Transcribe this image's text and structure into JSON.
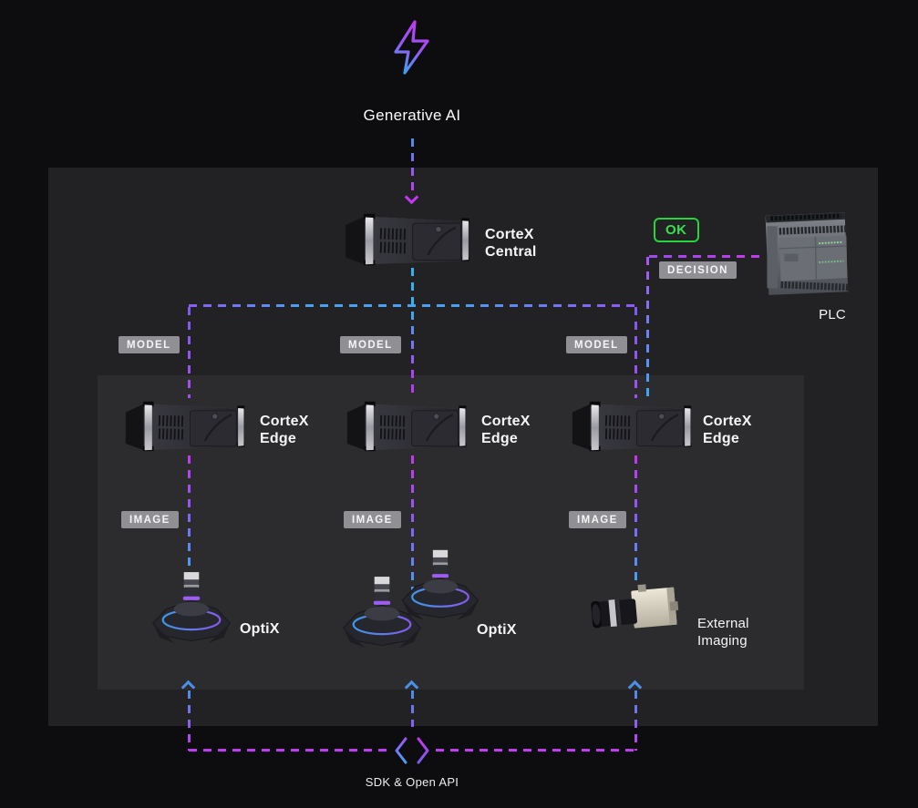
{
  "title": {
    "label": "Generative AI",
    "icon": "lightning-bolt-icon"
  },
  "central": {
    "line1": "CorteX",
    "line2": "Central"
  },
  "edge": {
    "line1": "CorteX",
    "line2": "Edge"
  },
  "badges": {
    "model": "MODEL",
    "image": "IMAGE",
    "decision": "DECISION",
    "ok": "OK"
  },
  "devices": {
    "optix": "OptiX",
    "external": {
      "line1": "External",
      "line2": "Imaging"
    },
    "plc": "PLC"
  },
  "footer": {
    "label": "SDK & Open API",
    "icon": "code-brackets-icon"
  },
  "colors": {
    "blue": "#3FA2F2",
    "violet": "#8B5CF6",
    "magenta": "#C438F0",
    "green": "#2BD93F",
    "badge_gray": "#8F8F94",
    "panel": "#222225",
    "panel_inner": "#2C2C2F",
    "background": "#0D0D0F"
  }
}
